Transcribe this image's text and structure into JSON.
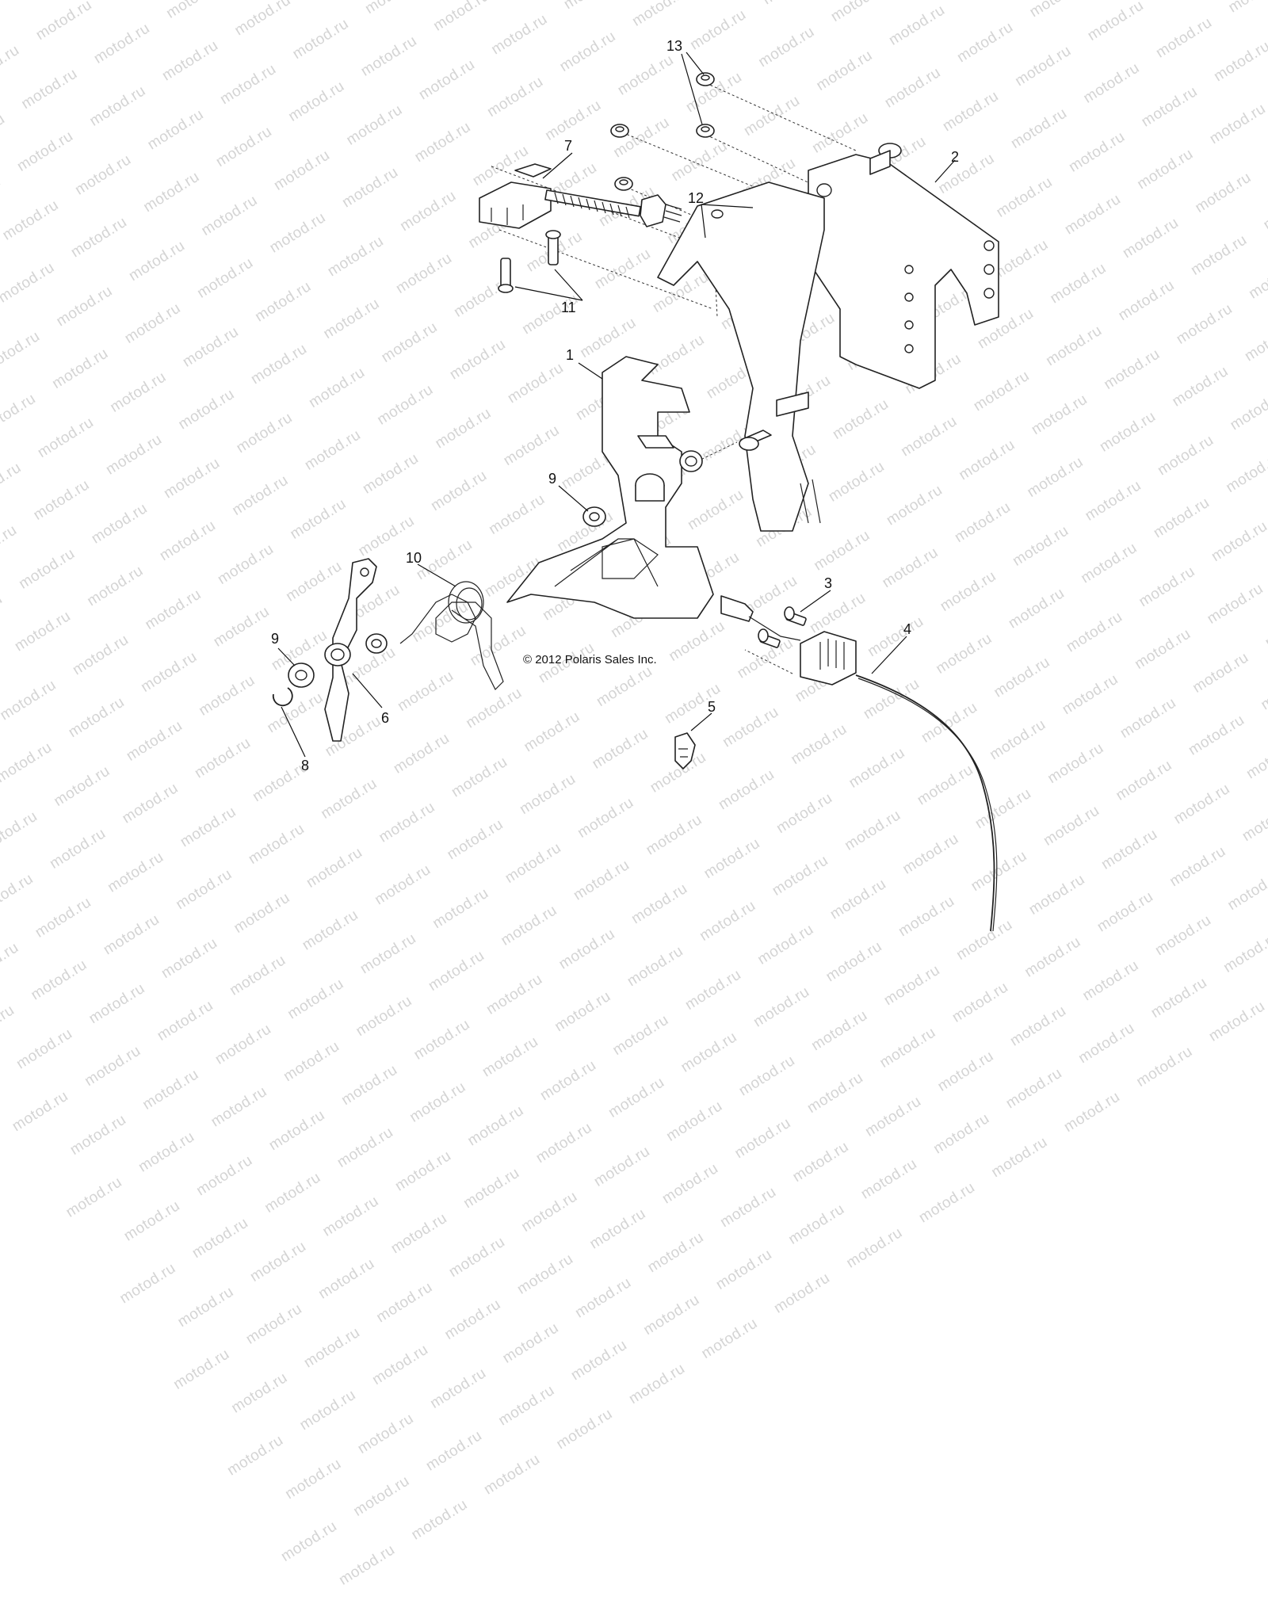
{
  "watermark": "motod.ru",
  "copyright": "© 2012 Polaris Sales Inc.",
  "callouts": {
    "c1": "1",
    "c2": "2",
    "c3": "3",
    "c4": "4",
    "c5": "5",
    "c6": "6",
    "c7": "7",
    "c8": "8",
    "c9a": "9",
    "c9b": "9",
    "c10": "10",
    "c11": "11",
    "c12": "12",
    "c13": "13"
  },
  "colors": {
    "line": "#222222",
    "watermark": "#d4d4d4",
    "background": "#ffffff"
  }
}
